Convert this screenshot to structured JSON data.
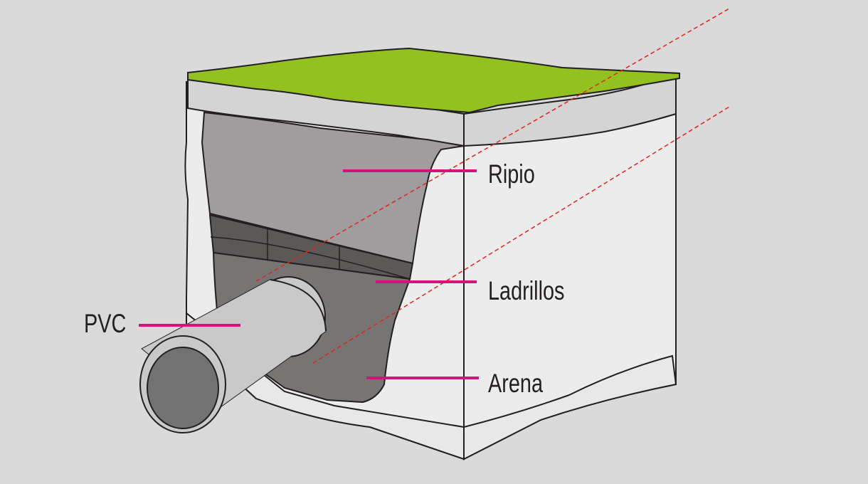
{
  "colors": {
    "background": "#dadada",
    "grass": "#93c11f",
    "ripio": "#9f9d9d",
    "brick": "#5a5958",
    "sand": "#767574",
    "soil": "#ececec",
    "pipe": "#c9c9c9",
    "pipe_inner": "#737272",
    "leader": "#d6127b",
    "dashed": "#e3241b",
    "outline": "#231f20"
  },
  "labels": {
    "ripio": "Ripio",
    "ladrillos": "Ladrillos",
    "arena": "Arena",
    "pvc": "PVC"
  }
}
